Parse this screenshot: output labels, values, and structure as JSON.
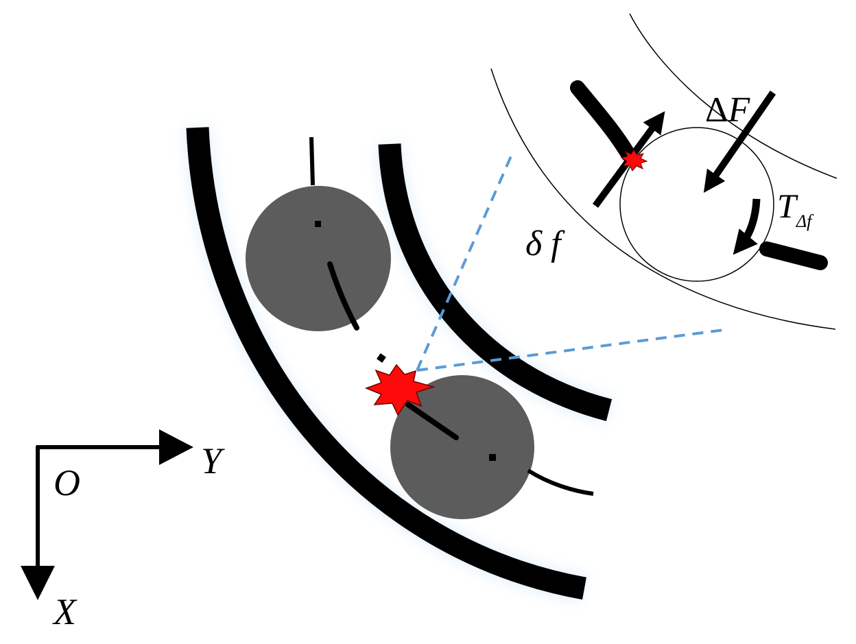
{
  "labels": {
    "origin": "O",
    "axis_y": "Y",
    "axis_x": "X",
    "delta_f": "δ f",
    "delta_F_sym": "Δ",
    "delta_F_var": "F",
    "torque_T": "T",
    "torque_sub": "Δf"
  },
  "colors": {
    "raceway": "#000000",
    "ball": "#5c5c5c",
    "defect": "#ff0a0a",
    "zoom_lines": "#5b9bd5",
    "halo": "#cfe6f7"
  }
}
